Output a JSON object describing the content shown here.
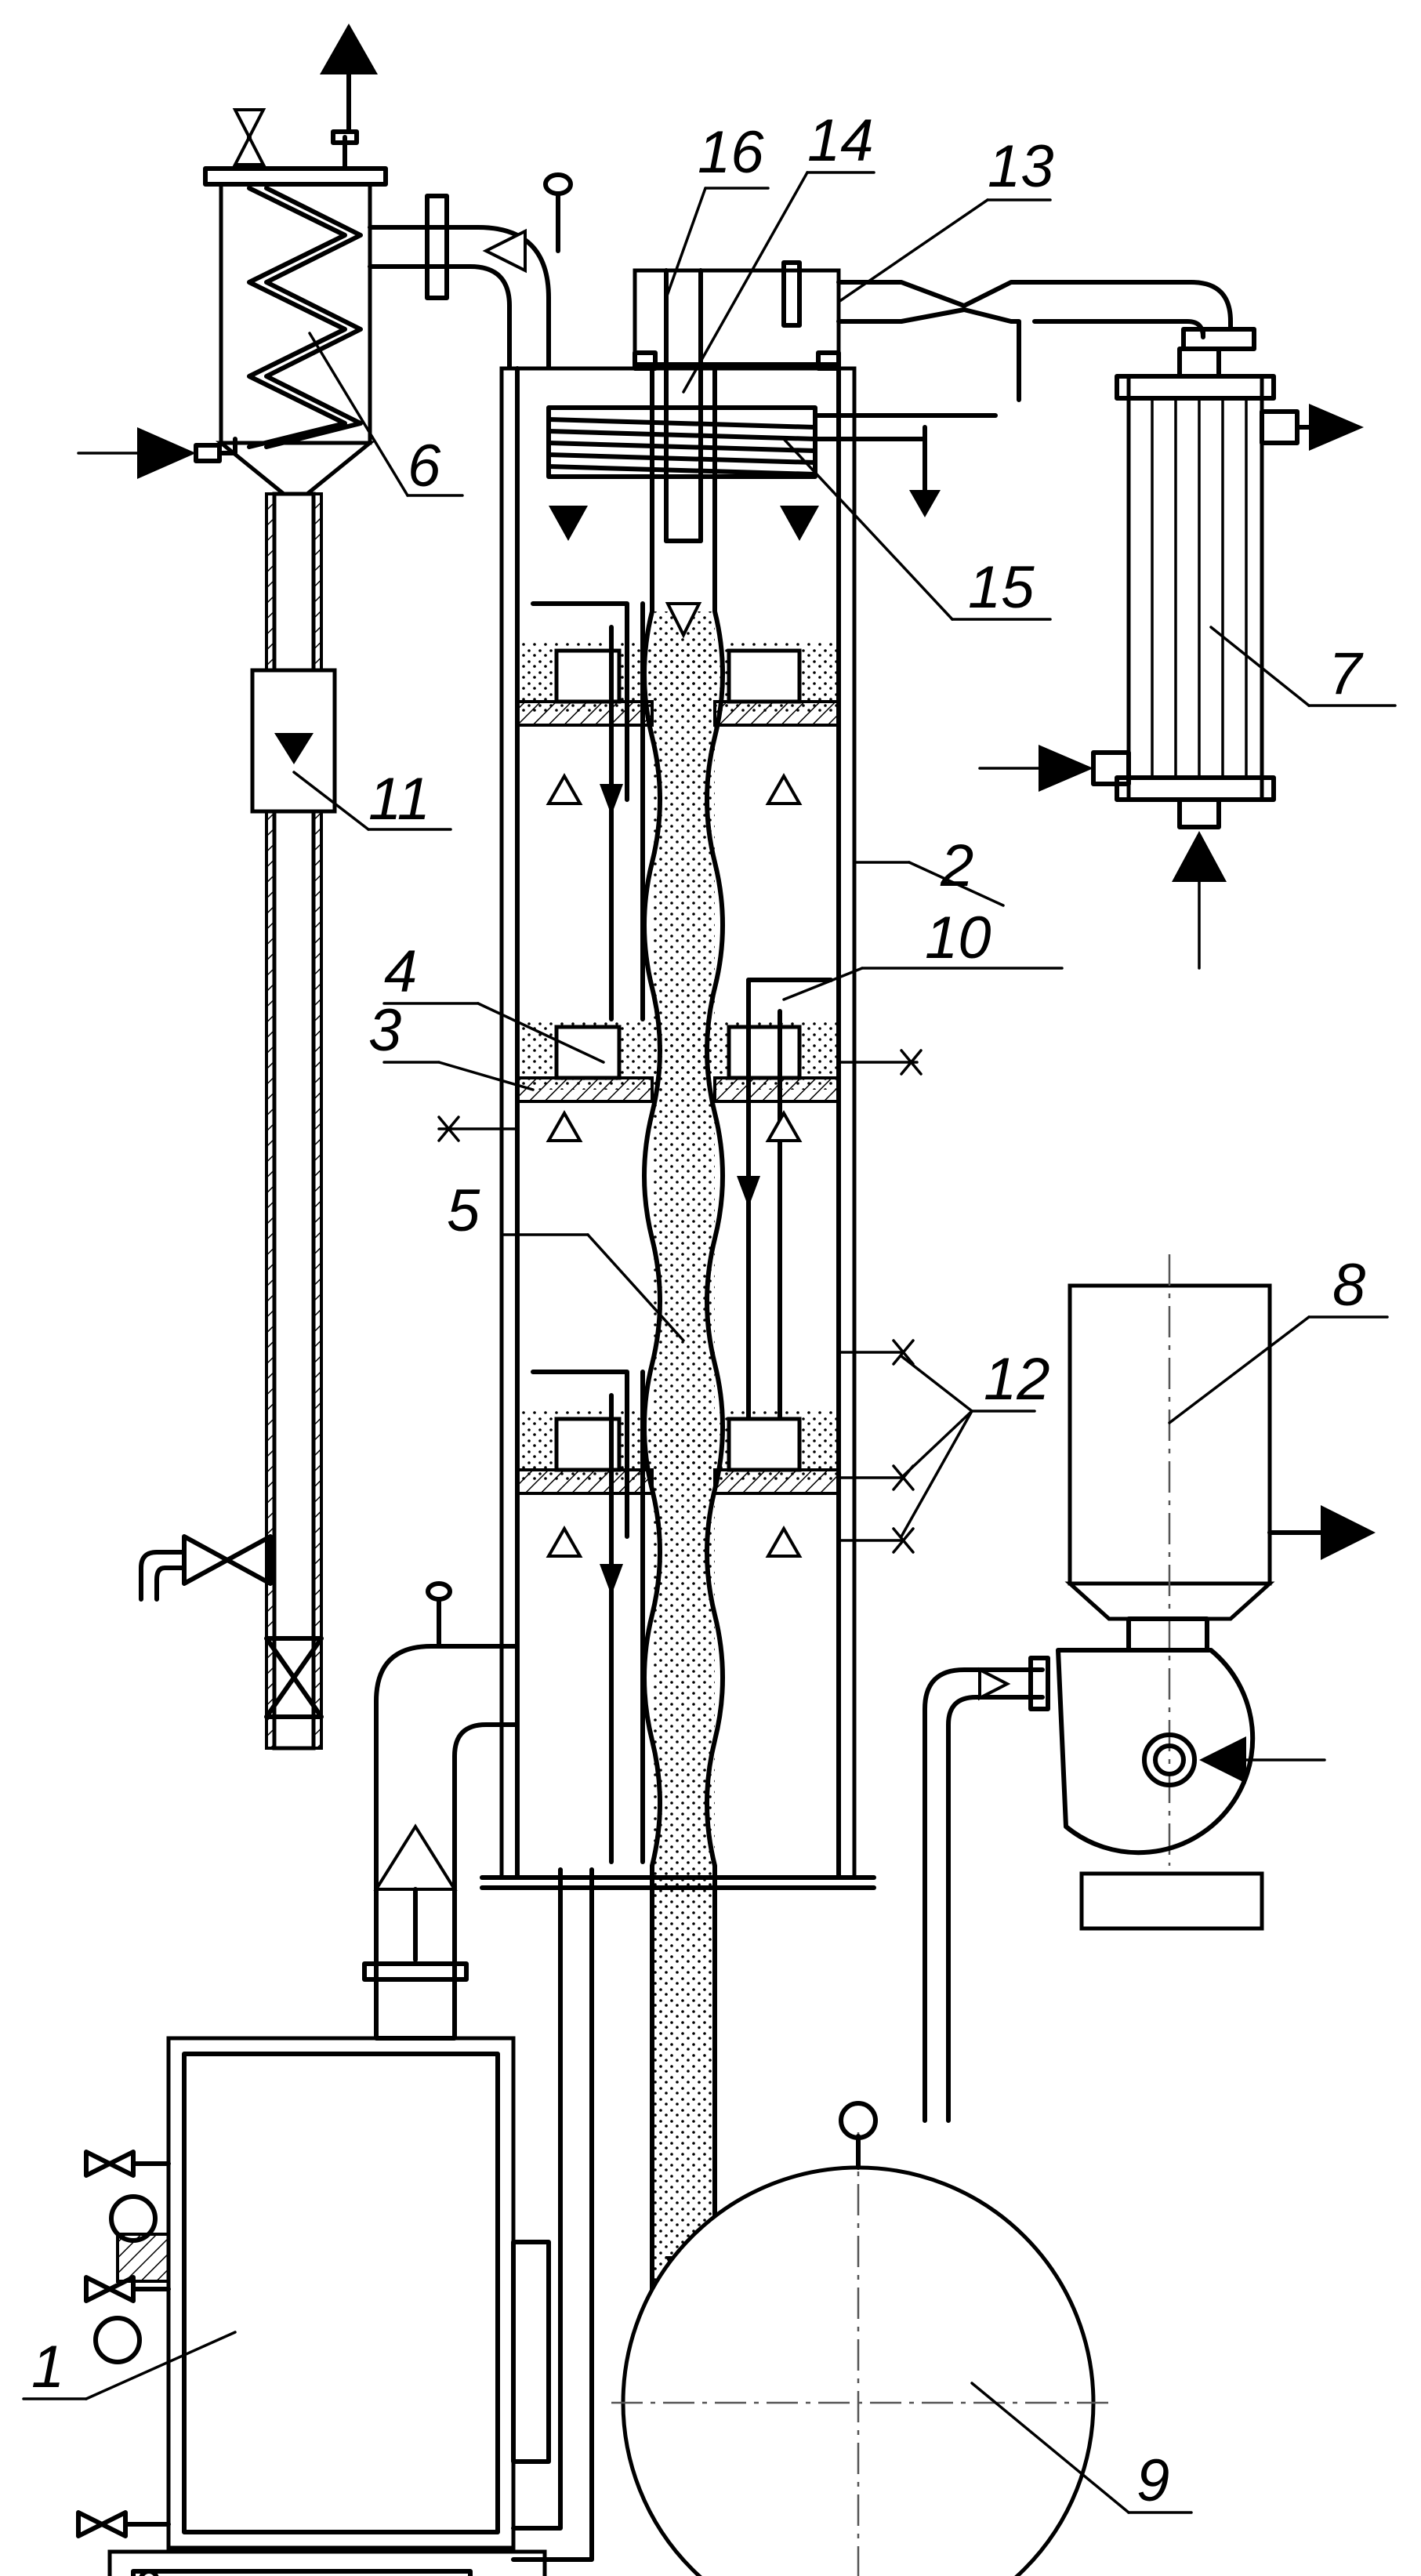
{
  "diagram": {
    "labels": {
      "boiler": "1",
      "column_shell": "2",
      "tray_plate": "3",
      "tray_cap": "4",
      "central_tube": "5",
      "dephlegmator": "6",
      "condenser": "7",
      "vacuum_pump": "8",
      "receiver": "9",
      "downcomer": "10",
      "sight_glass": "11",
      "sampling_ports": "12",
      "vapor_outlet": "13",
      "inner_pipe": "14",
      "cooling_coil": "15",
      "top_header": "16"
    }
  }
}
